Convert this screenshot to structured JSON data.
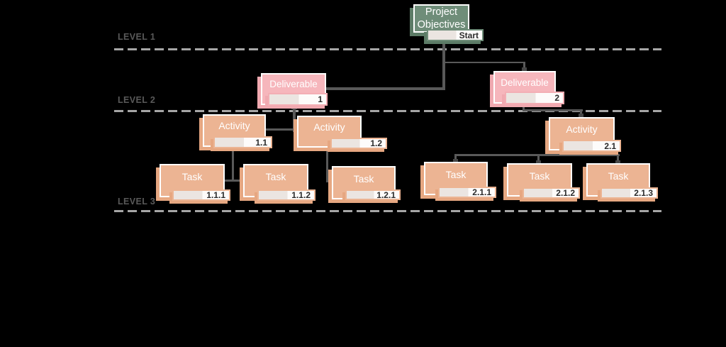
{
  "diagram": {
    "background": "#000000",
    "levels": [
      {
        "label": "LEVEL 1"
      },
      {
        "label": "LEVEL 2"
      },
      {
        "label": "LEVEL 3"
      }
    ],
    "nodes": {
      "root": {
        "title": "Project Objectives",
        "tag": "Start",
        "type": "objective"
      },
      "d1": {
        "title": "Deliverable",
        "tag": "1",
        "type": "deliverable"
      },
      "d2": {
        "title": "Deliverable",
        "tag": "2",
        "type": "deliverable"
      },
      "a11": {
        "title": "Activity",
        "tag": "1.1",
        "type": "activity"
      },
      "a12": {
        "title": "Activity",
        "tag": "1.2",
        "type": "activity"
      },
      "a21": {
        "title": "Activity",
        "tag": "2.1",
        "type": "activity"
      },
      "t111": {
        "title": "Task",
        "tag": "1.1.1",
        "type": "task"
      },
      "t112": {
        "title": "Task",
        "tag": "1.1.2",
        "type": "task"
      },
      "t121": {
        "title": "Task",
        "tag": "1.2.1",
        "type": "task"
      },
      "t211": {
        "title": "Task",
        "tag": "2.1.1",
        "type": "task"
      },
      "t212": {
        "title": "Task",
        "tag": "2.1.2",
        "type": "task"
      },
      "t213": {
        "title": "Task",
        "tag": "2.1.3",
        "type": "task"
      }
    },
    "colors": {
      "objective_fill": "#6f8d79",
      "deliverable_fill": "#f6b6bc",
      "activity_task_fill": "#ecb493",
      "connector": "#595959",
      "level_text": "#595959",
      "dashed_line": "#a6a6a6",
      "tag_text": "#2b2b2b"
    }
  }
}
